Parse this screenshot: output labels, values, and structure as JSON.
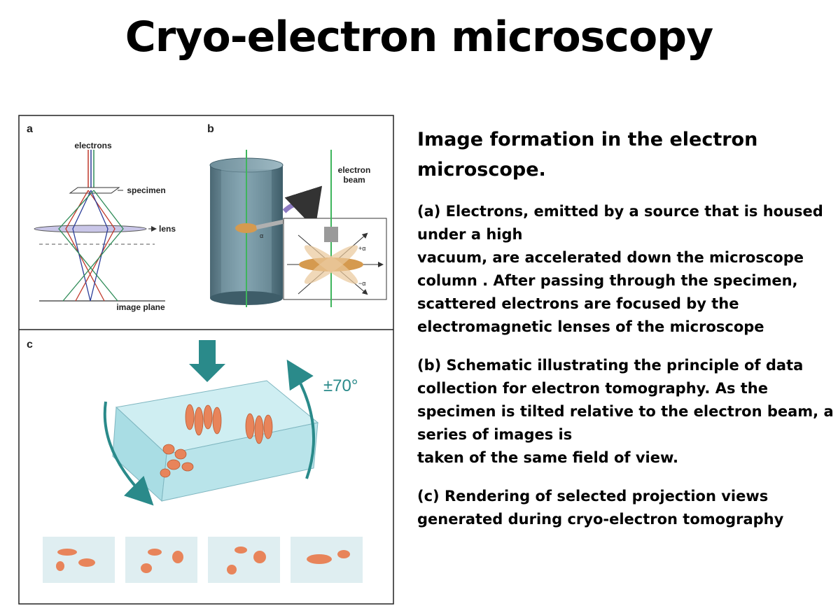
{
  "title": "Cryo-electron microscopy",
  "figure": {
    "panel_a": {
      "label": "a",
      "electrons": "electrons",
      "specimen": "specimen",
      "lens": "lens",
      "image_plane": "image plane"
    },
    "panel_b": {
      "label": "b",
      "electron_beam_line1": "electron",
      "electron_beam_line2": "beam",
      "alpha_label": "α",
      "plus_alpha": "+α",
      "minus_alpha": "−α"
    },
    "panel_c": {
      "label": "c",
      "tilt_range": "±70°"
    }
  },
  "description": {
    "heading": [
      "Image formation in the electron",
      "microscope."
    ],
    "para_a": [
      "(a) Electrons, emitted by a source that is housed",
      "under a high",
      "vacuum,  are accelerated down the microscope",
      "column . After passing through the specimen,",
      "scattered electrons are focused by the",
      "electromagnetic lenses of the microscope"
    ],
    "para_b": [
      "(b) Schematic illustrating the principle of data",
      "collection for electron tomography. As the",
      "specimen is tilted relative to the electron beam, a",
      "series of images is",
      "taken of the same field of view."
    ],
    "para_c": [
      "(c) Rendering of selected projection views",
      "generated during cryo-electron tomography"
    ]
  },
  "colors": {
    "teal": "#2a8a8a",
    "box": "#bfe3ea",
    "molecule": "#e8845a"
  }
}
